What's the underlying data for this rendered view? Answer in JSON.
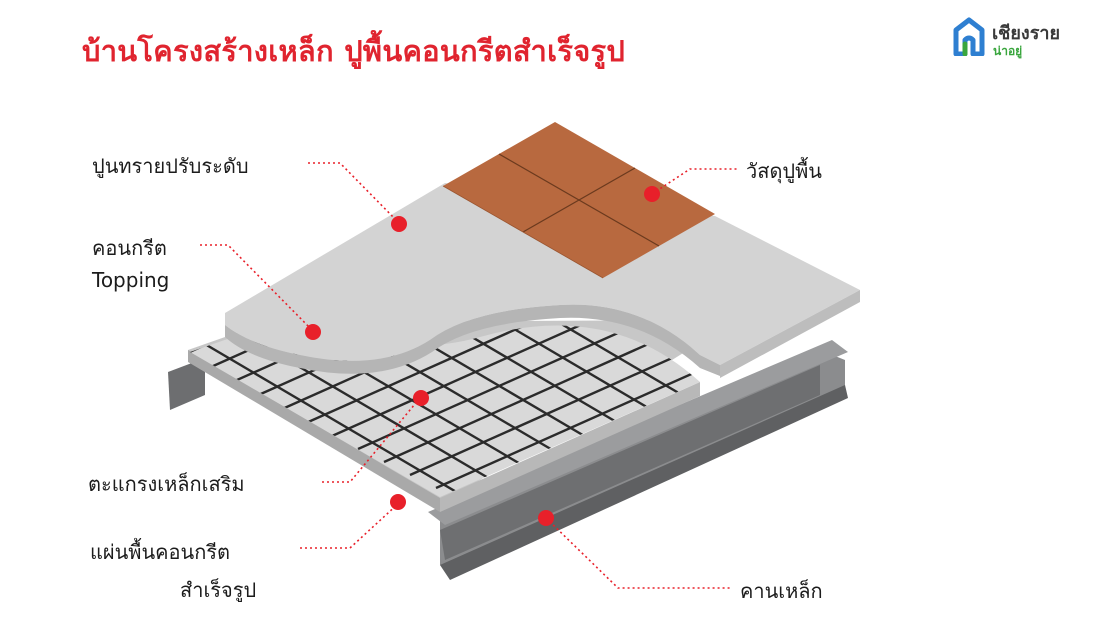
{
  "title": "บ้านโครงสร้างเหล็ก ปูพื้นคอนกรีตสำเร็จรูป",
  "logo": {
    "line1": "เชียงราย",
    "line2": "น่าอยู่"
  },
  "labels": {
    "mortar": "ปูนทรายปรับระดับ",
    "topping_line1": "คอนกรีต",
    "topping_line2": "Topping",
    "mesh": "ตะแกรงเหล็กเสริม",
    "precast_line1": "แผ่นพื้นคอนกรีต",
    "precast_line2": "สำเร็จรูป",
    "flooring": "วัสดุปูพื้น",
    "beam": "คานเหล็ก"
  },
  "colors": {
    "title": "#e0242f",
    "marker": "#e8202a",
    "leader": "#e8202a",
    "tile": "#b8693f",
    "concrete": "#d3d3d3",
    "steel": "#7b7c7e",
    "logo_blue": "#2e7fd1",
    "logo_green": "#3aa63e"
  }
}
